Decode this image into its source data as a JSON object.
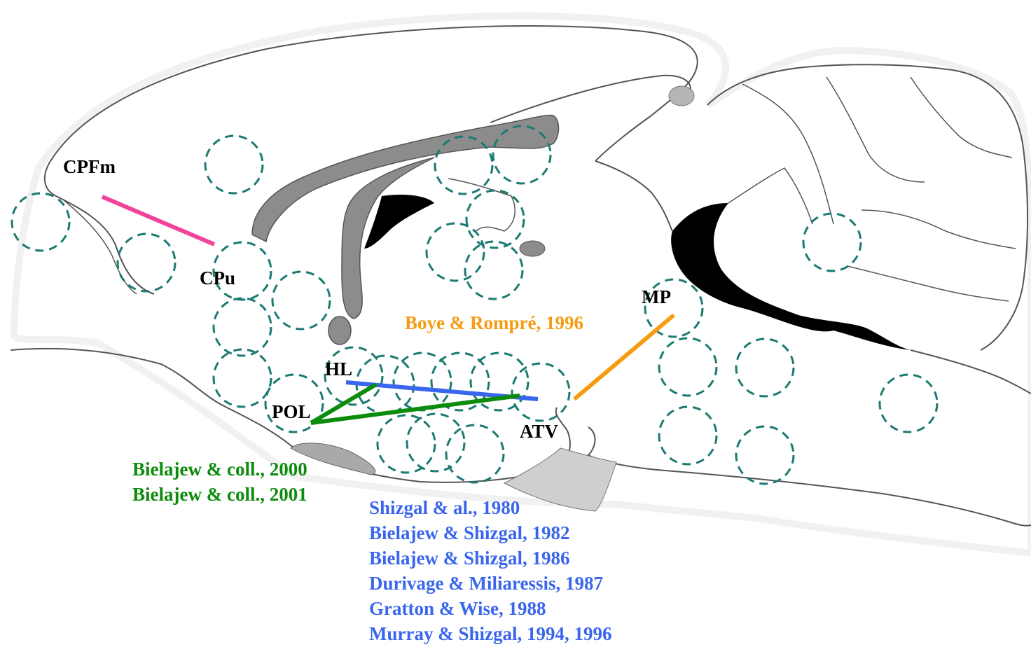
{
  "regions": {
    "cpfm": "CPFm",
    "cpu": "CPu",
    "mp": "MP",
    "hl": "HL",
    "pol": "POL",
    "atv": "ATV"
  },
  "references": {
    "orange": [
      "Boye & Rompré, 1996"
    ],
    "green": [
      "Bielajew & coll., 2000",
      "Bielajew & coll., 2001"
    ],
    "blue": [
      "Shizgal & al., 1980",
      "Bielajew & Shizgal, 1982",
      "Bielajew & Shizgal, 1986",
      "Durivage & Miliaressis, 1987",
      "Gratton & Wise, 1988",
      "Murray & Shizgal, 1994, 1996"
    ]
  },
  "colors": {
    "pink": "#f0449a",
    "orange": "#f59c12",
    "green": "#0c8c0c",
    "blue": "#3a66ee",
    "circle": "#1b7a72",
    "outline": "#555555",
    "ventricle_gray": "#8c8c8c",
    "ventricle_black": "#000000",
    "pons_gray": "#cfcfcf"
  }
}
